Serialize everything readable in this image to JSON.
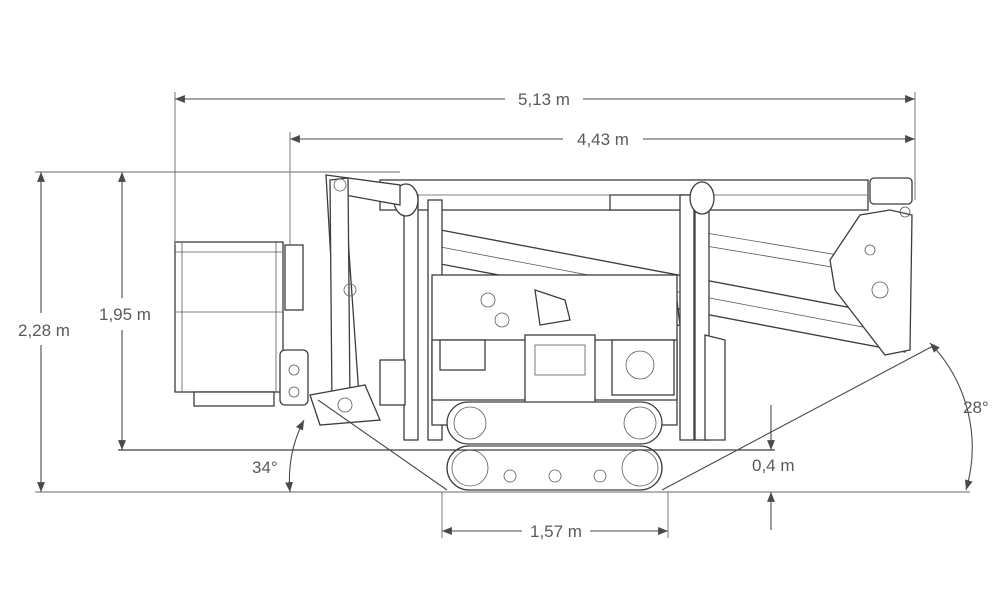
{
  "dimensions": {
    "total_length": "5,13 m",
    "stowed_length": "4,43 m",
    "total_height": "2,28 m",
    "body_height": "1,95 m",
    "track_width": "1,57 m",
    "ground_clearance": "0,4 m",
    "front_angle": "28°",
    "rear_angle": "34°"
  },
  "colors": {
    "line": "#3d3d3d",
    "dimension": "#4a4a4a",
    "text": "#5a5a5a"
  }
}
